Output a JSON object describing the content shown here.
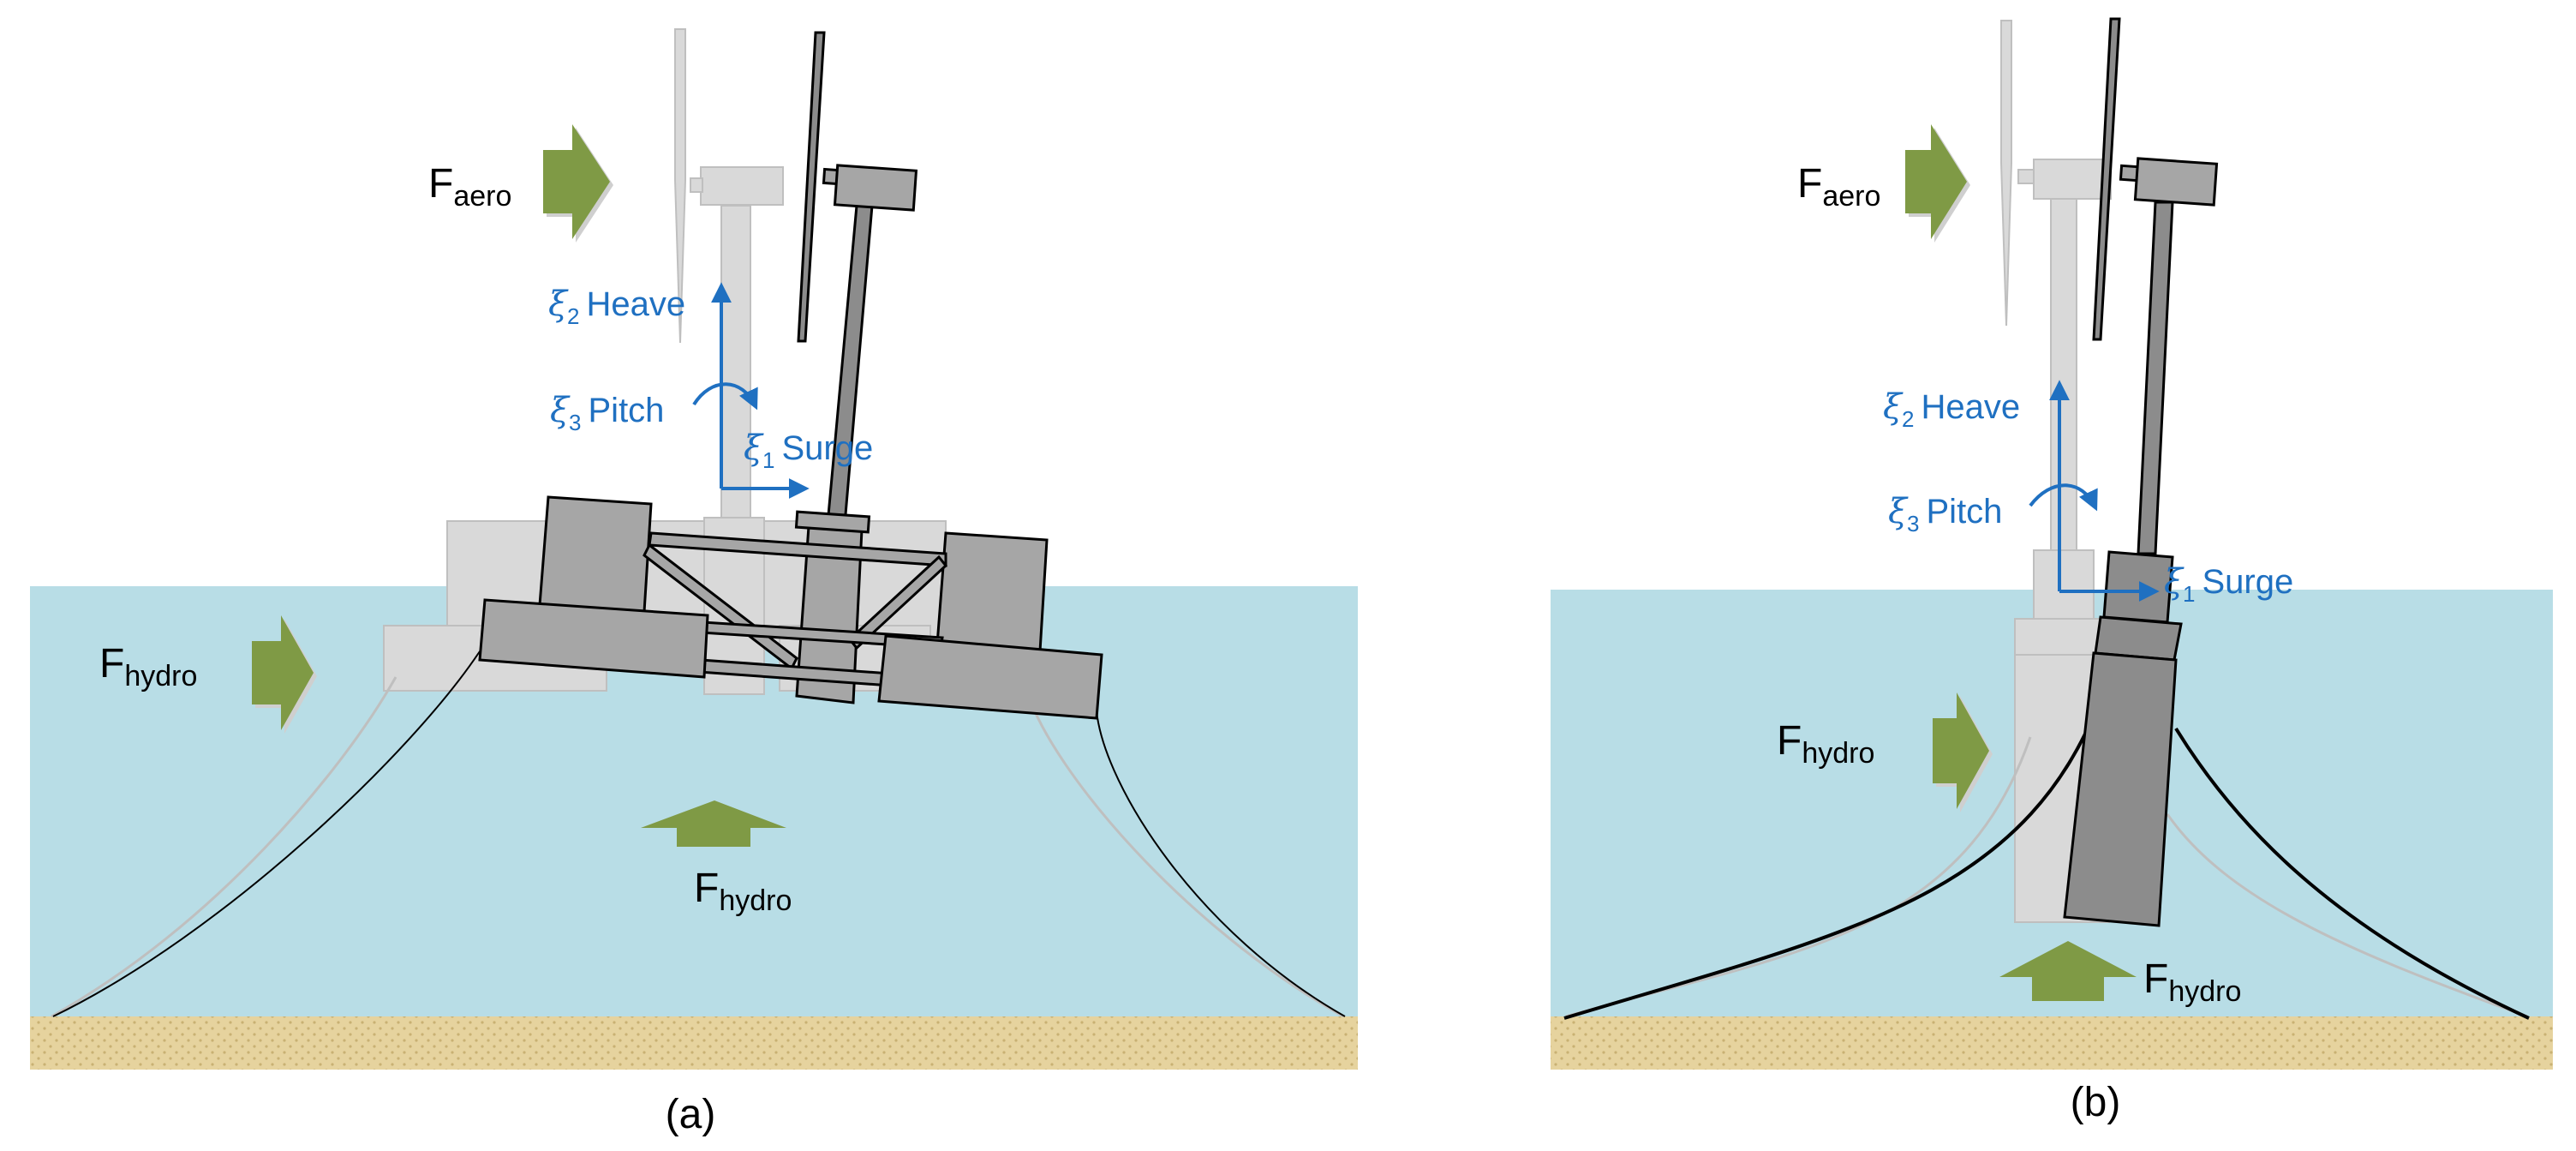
{
  "colors": {
    "water": "#b8dde6",
    "seabed": "#e6d39e",
    "force_arrow": "#7f9a45",
    "dof_arrow": "#1f70c1",
    "ghost_structure": "#d9d9d9",
    "structure": "#a6a6a6",
    "mooring_dark": "#000000",
    "mooring_light": "#bfbfbf"
  },
  "panel_a": {
    "caption": "(a)",
    "forces": {
      "aero": {
        "main": "F",
        "sub": "aero"
      },
      "hydro_side": {
        "main": "F",
        "sub": "hydro"
      },
      "hydro_bottom": {
        "main": "F",
        "sub": "hydro"
      }
    },
    "dofs": {
      "heave": {
        "symbol": "ξ",
        "index": "2",
        "label": "Heave"
      },
      "pitch": {
        "symbol": "ξ",
        "index": "3",
        "label": "Pitch"
      },
      "surge": {
        "symbol": "ξ",
        "index": "1",
        "label": "Surge"
      }
    }
  },
  "panel_b": {
    "caption": "(b)",
    "forces": {
      "aero": {
        "main": "F",
        "sub": "aero"
      },
      "hydro_side": {
        "main": "F",
        "sub": "hydro"
      },
      "hydro_bottom": {
        "main": "F",
        "sub": "hydro"
      }
    },
    "dofs": {
      "heave": {
        "symbol": "ξ",
        "index": "2",
        "label": "Heave"
      },
      "pitch": {
        "symbol": "ξ",
        "index": "3",
        "label": "Pitch"
      },
      "surge": {
        "symbol": "ξ",
        "index": "1",
        "label": "Surge"
      }
    }
  }
}
